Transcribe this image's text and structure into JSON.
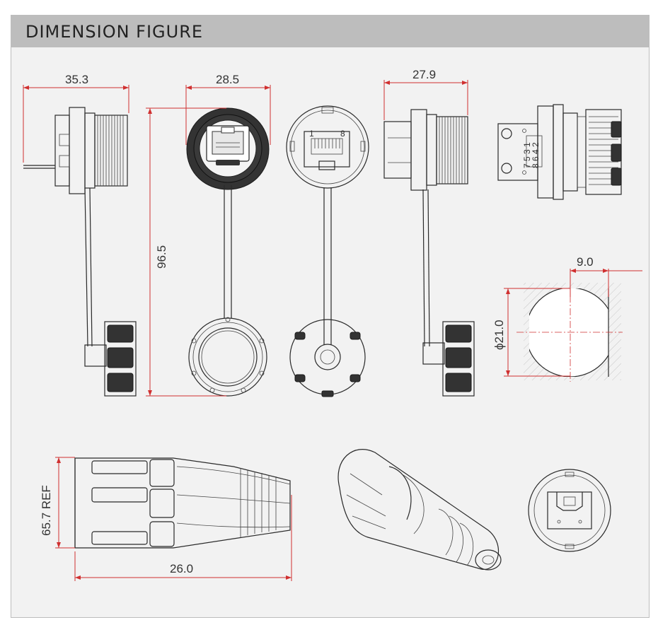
{
  "header": {
    "title": "DIMENSION FIGURE"
  },
  "dimensions": {
    "side_length": "35.3",
    "front_width": "28.5",
    "side2_length": "27.9",
    "total_height": "96.5",
    "flat_width": "9.0",
    "diameter": "ϕ21.0",
    "plug_diameter": "65.7 REF",
    "plug_length": "26.0"
  },
  "pins": {
    "left": "1",
    "right": "8",
    "row_odd": "7 5 3 1",
    "row_even": "8 6 4 2"
  },
  "colors": {
    "header_bg": "#bdbdbd",
    "panel_bg": "#f2f2f2",
    "dimension": "#d03030"
  }
}
